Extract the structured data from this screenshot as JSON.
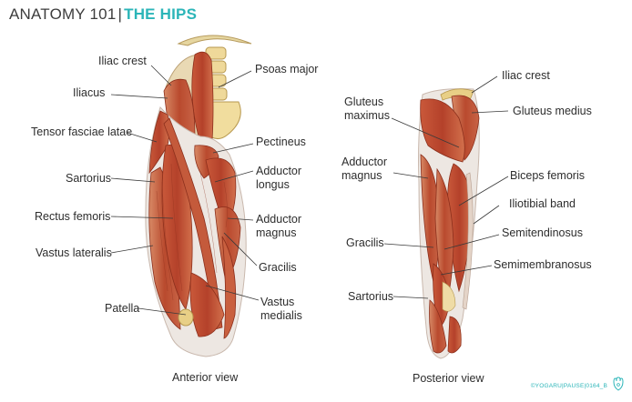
{
  "header": {
    "series": "ANATOMY 101",
    "separator": "|",
    "topic": "THE HIPS"
  },
  "anterior": {
    "caption": "Anterior view",
    "labels": {
      "iliac_crest": "Iliac crest",
      "iliacus": "Iliacus",
      "tensor_fasciae_latae": "Tensor fasciae latae",
      "sartorius": "Sartorius",
      "rectus_femoris": "Rectus femoris",
      "vastus_lateralis": "Vastus lateralis",
      "patella": "Patella",
      "psoas_major": "Psoas major",
      "pectineus": "Pectineus",
      "adductor_longus_1": "Adductor",
      "adductor_longus_2": "longus",
      "adductor_magnus_1": "Adductor",
      "adductor_magnus_2": "magnus",
      "gracilis": "Gracilis",
      "vastus_medialis_1": "Vastus",
      "vastus_medialis_2": "medialis"
    }
  },
  "posterior": {
    "caption": "Posterior view",
    "labels": {
      "iliac_crest": "Iliac crest",
      "gluteus_maximus_1": "Gluteus",
      "gluteus_maximus_2": "maximus",
      "gluteus_medius": "Gluteus medius",
      "adductor_magnus_1": "Adductor",
      "adductor_magnus_2": "magnus",
      "biceps_femoris": "Biceps femoris",
      "iliotibial_band": "Iliotibial band",
      "gracilis": "Gracilis",
      "semitendinosus": "Semitendinosus",
      "semimembranosus": "Semimembranosus",
      "sartorius": "Sartorius"
    }
  },
  "credit": "©YOGARU|PAUSE|0164_B",
  "colors": {
    "accent": "#2bb5b8",
    "muscle": "#b8482c",
    "muscle_light": "#d97a55",
    "bone": "#f2dda0"
  }
}
